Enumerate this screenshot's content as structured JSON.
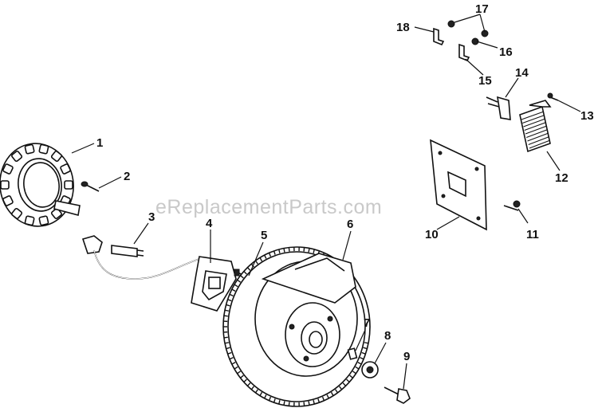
{
  "watermark": "eReplacementParts.com",
  "callouts": [
    {
      "id": "1",
      "label": "1"
    },
    {
      "id": "2",
      "label": "2"
    },
    {
      "id": "3",
      "label": "3"
    },
    {
      "id": "4",
      "label": "4"
    },
    {
      "id": "5",
      "label": "5"
    },
    {
      "id": "6",
      "label": "6"
    },
    {
      "id": "7",
      "label": "7"
    },
    {
      "id": "8",
      "label": "8"
    },
    {
      "id": "9",
      "label": "9"
    },
    {
      "id": "10",
      "label": "10"
    },
    {
      "id": "11",
      "label": "11"
    },
    {
      "id": "12",
      "label": "12"
    },
    {
      "id": "13",
      "label": "13"
    },
    {
      "id": "14",
      "label": "14"
    },
    {
      "id": "15",
      "label": "15"
    },
    {
      "id": "16",
      "label": "16"
    },
    {
      "id": "17",
      "label": "17"
    },
    {
      "id": "18",
      "label": "18"
    }
  ]
}
